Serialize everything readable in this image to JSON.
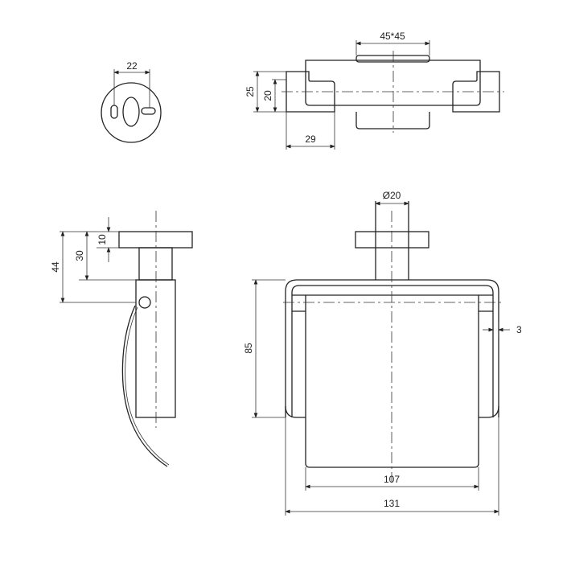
{
  "title": "Toilet roll holder technical drawing",
  "dimensions": {
    "mount_plate_hole_spacing": "22",
    "base_plate_size": "45*45",
    "top_view_height_outer": "25",
    "top_view_height_inner": "20",
    "top_view_cap_width": "29",
    "flange_thickness": "10",
    "flange_to_body": "30",
    "flange_to_pivot": "44",
    "stem_diameter": "Ø20",
    "frame_height": "85",
    "frame_gap": "3",
    "roll_width": "107",
    "overall_width": "131"
  },
  "colors": {
    "line": "#222222",
    "background": "#ffffff"
  }
}
